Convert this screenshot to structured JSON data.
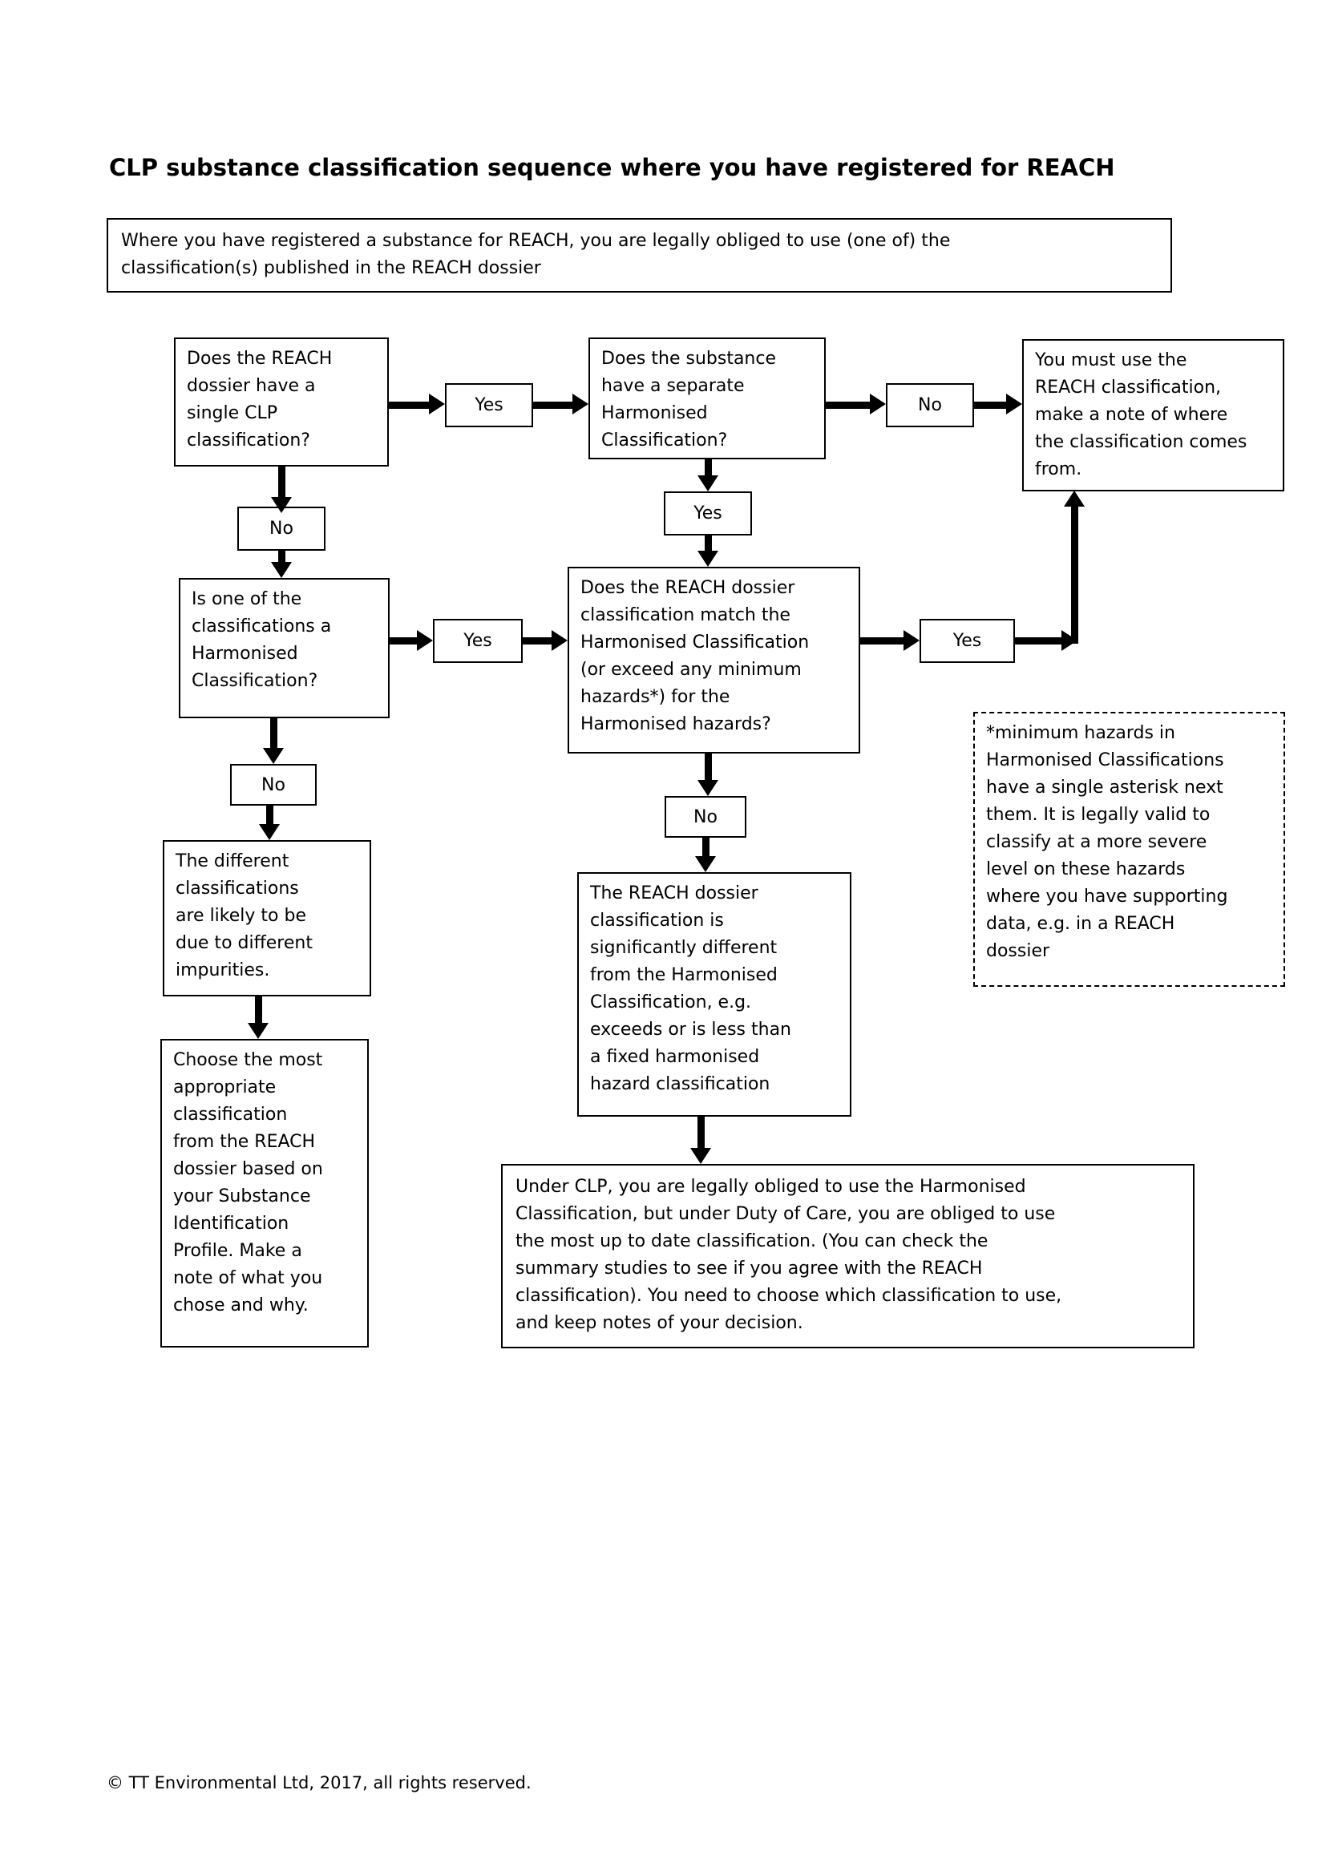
{
  "page": {
    "title": "CLP substance classification sequence where you have registered for REACH",
    "footer": "© TT Environmental Ltd, 2017, all rights reserved."
  },
  "flowchart": {
    "intro": "Where you have registered a substance for REACH, you are legally obliged to use (one of) the\nclassification(s) published in the REACH dossier",
    "labels": {
      "yes": "Yes",
      "no": "No"
    },
    "nodes": {
      "q_single_clp": "Does the REACH\ndossier have a\nsingle CLP\nclassification?",
      "q_separate_harmonised": "Does the substance\nhave a separate\nHarmonised\nClassification?",
      "use_reach_classification": "You must use the\nREACH classification,\nmake a note of where\nthe classification comes\nfrom.",
      "q_one_harmonised": "Is one of the\nclassifications a\nHarmonised\nClassification?",
      "q_match_harmonised": "Does the REACH dossier\nclassification match the\nHarmonised Classification\n(or exceed any minimum\nhazards*) for the\nHarmonised hazards?",
      "different_impurities": "The different\nclassifications\nare likely to be\ndue to different\nimpurities.",
      "choose_most_appropriate": "Choose the most\nappropriate\nclassification\nfrom the REACH\ndossier based on\nyour Substance\nIdentification\nProfile.  Make a\nnote of what you\nchose and why.",
      "significantly_different": "The REACH dossier\nclassification is\nsignificantly different\nfrom the Harmonised\nClassification, e.g.\nexceeds or is less than\na fixed harmonised\nhazard classification",
      "under_clp_duty_of_care": "Under CLP, you are legally obliged to use the Harmonised\nClassification, but under Duty of Care, you are obliged to use\nthe most up to date classification.  (You can check the\nsummary studies to see if you agree with the REACH\nclassification).  You need to choose which classification to use,\nand keep notes of your decision.",
      "minimum_hazards_footnote": "*minimum hazards in\nHarmonised Classifications\nhave a single asterisk next\nthem.  It is legally valid to\nclassify at a more severe\nlevel on these hazards\nwhere you have supporting\ndata, e.g. in a REACH\ndossier"
    }
  }
}
